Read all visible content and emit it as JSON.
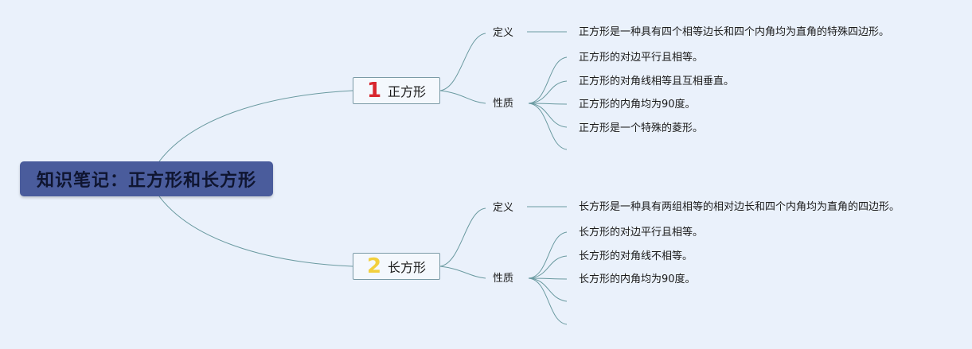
{
  "root": {
    "title": "知识笔记：正方形和长方形"
  },
  "branches": [
    {
      "badge": "1",
      "title": "正方形",
      "definition_label": "定义",
      "definition": "正方形是一种具有四个相等边长和四个内角均为直角的特殊四边形。",
      "properties_label": "性质",
      "properties": [
        "正方形的对边平行且相等。",
        "正方形的对角线相等且互相垂直。",
        "正方形的内角均为90度。",
        "正方形是一个特殊的菱形。"
      ]
    },
    {
      "badge": "2",
      "title": "长方形",
      "definition_label": "定义",
      "definition": "长方形是一种具有两组相等的相对边长和四个内角均为直角的四边形。",
      "properties_label": "性质",
      "properties": [
        "长方形的对边平行且相等。",
        "长方形的对角线不相等。",
        "长方形的内角均为90度。"
      ]
    }
  ]
}
